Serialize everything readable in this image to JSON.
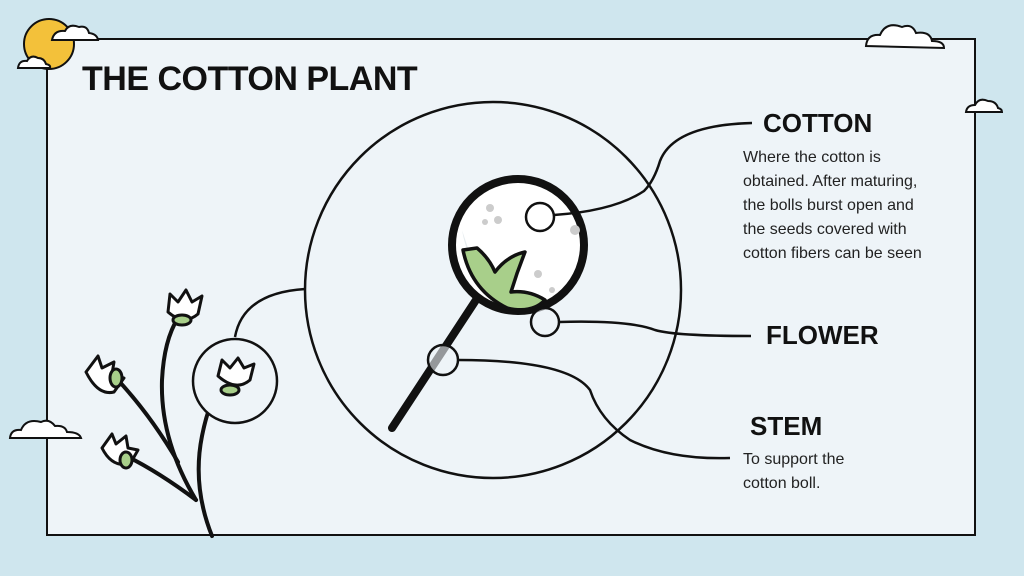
{
  "slide": {
    "title": "THE COTTON PLANT"
  },
  "labels": {
    "cotton": {
      "heading": "COTTON",
      "description_lines": [
        "Where the cotton is",
        "obtained. After maturing,",
        "the bolls burst open and",
        "the seeds covered with",
        "cotton fibers can be seen"
      ]
    },
    "flower": {
      "heading": "FLOWER"
    },
    "stem": {
      "heading": "STEM",
      "description_lines": [
        "To support the",
        "cotton boll."
      ]
    }
  },
  "colors": {
    "background": "#cfe6ee",
    "card": "#eef4f8",
    "outline": "#111111",
    "sun": "#f3c13a",
    "leaf": "#a8cf8a",
    "boll": "#ffffff"
  }
}
